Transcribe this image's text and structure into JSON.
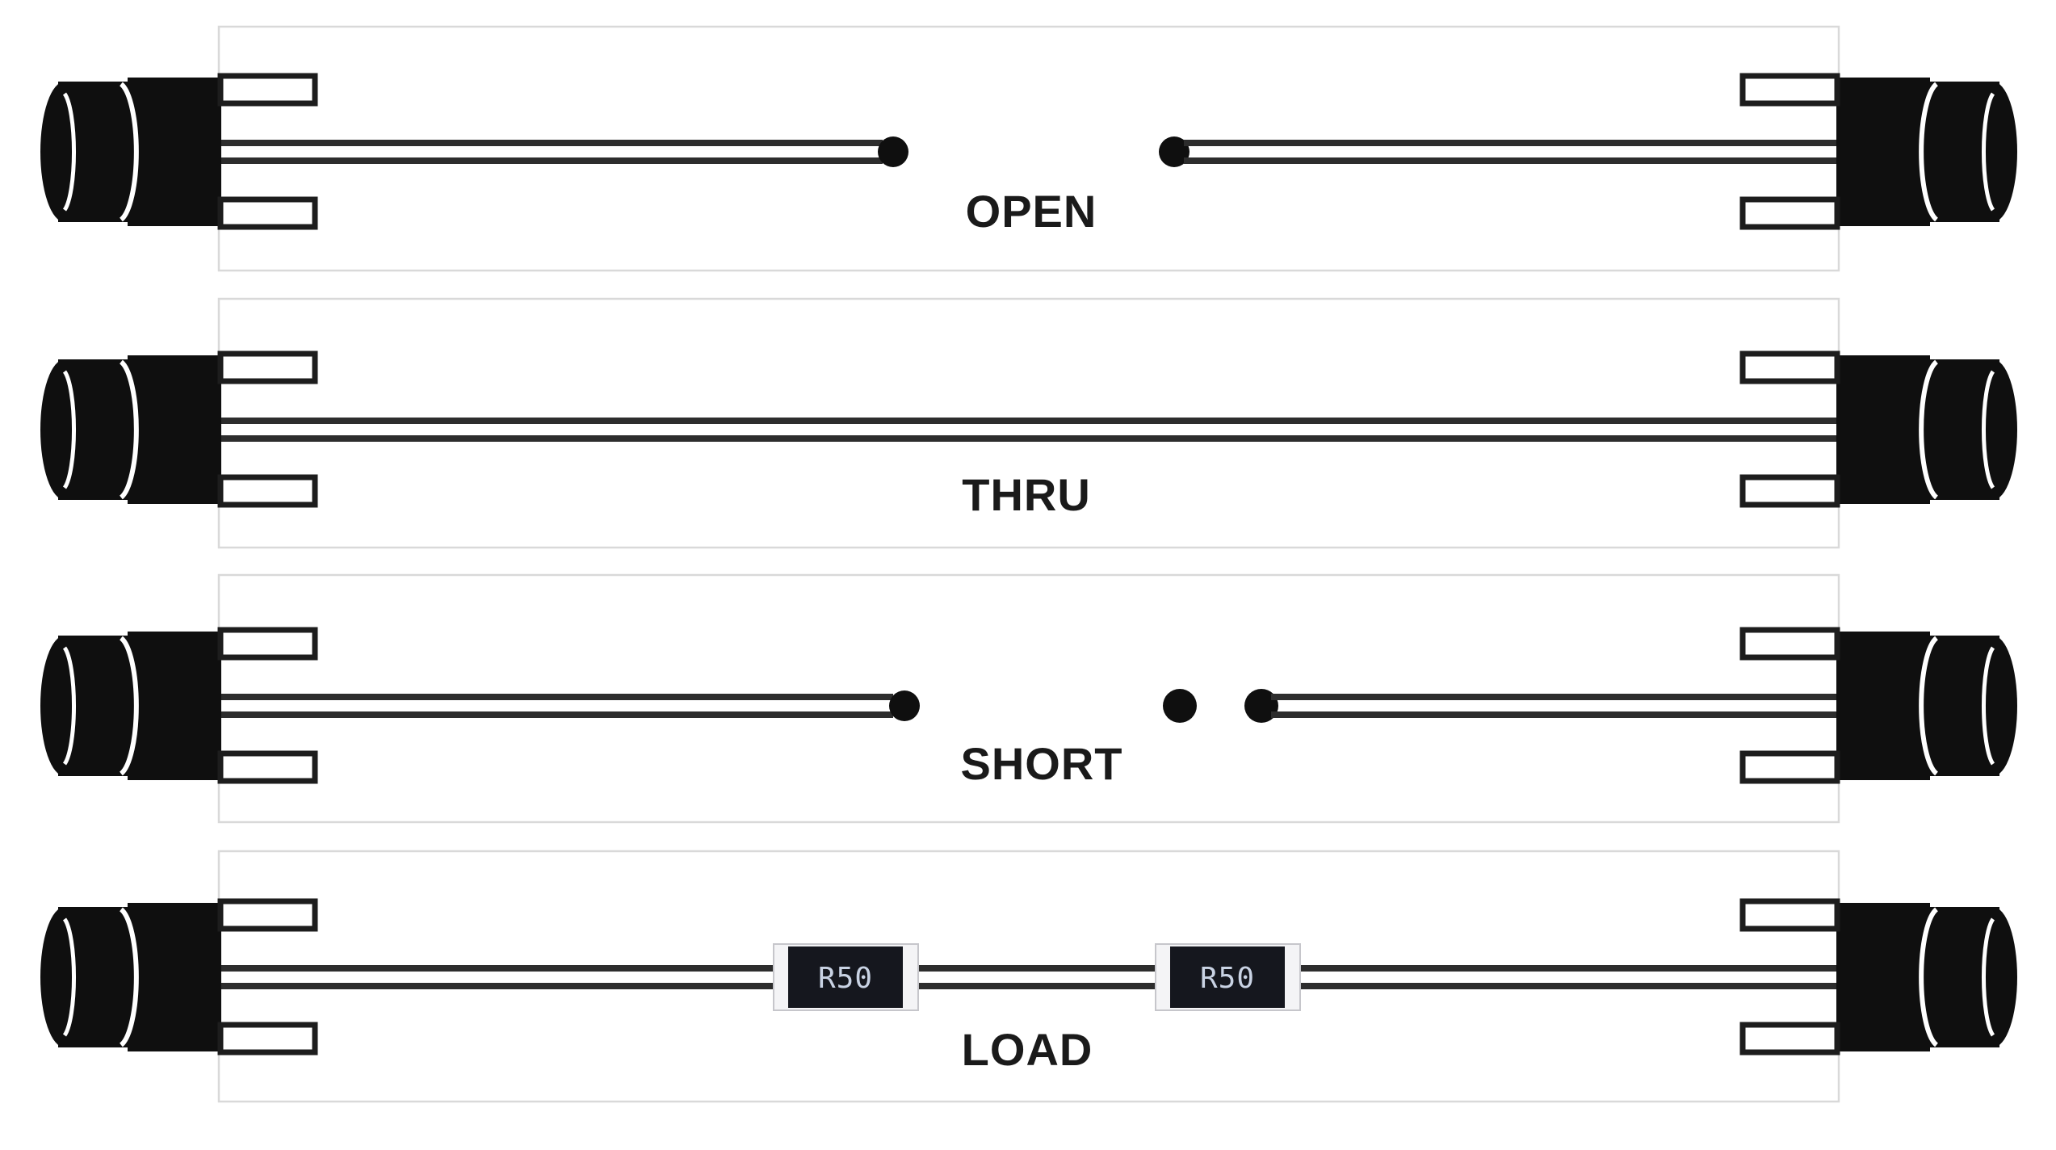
{
  "diagram": {
    "standards": [
      {
        "label": "OPEN"
      },
      {
        "label": "THRU"
      },
      {
        "label": "SHORT"
      },
      {
        "label": "LOAD",
        "resistors": [
          {
            "label": "R50"
          },
          {
            "label": "R50"
          }
        ]
      }
    ],
    "colors": {
      "connector_black": "#0f0f0f",
      "trace": "#2d2d2d",
      "panel_border": "#d9d9d9",
      "label_text": "#1a1a1a",
      "resistor_body": "#15171e",
      "resistor_text": "#c9d3e4",
      "resistor_cap": "#f4f4f6"
    }
  }
}
